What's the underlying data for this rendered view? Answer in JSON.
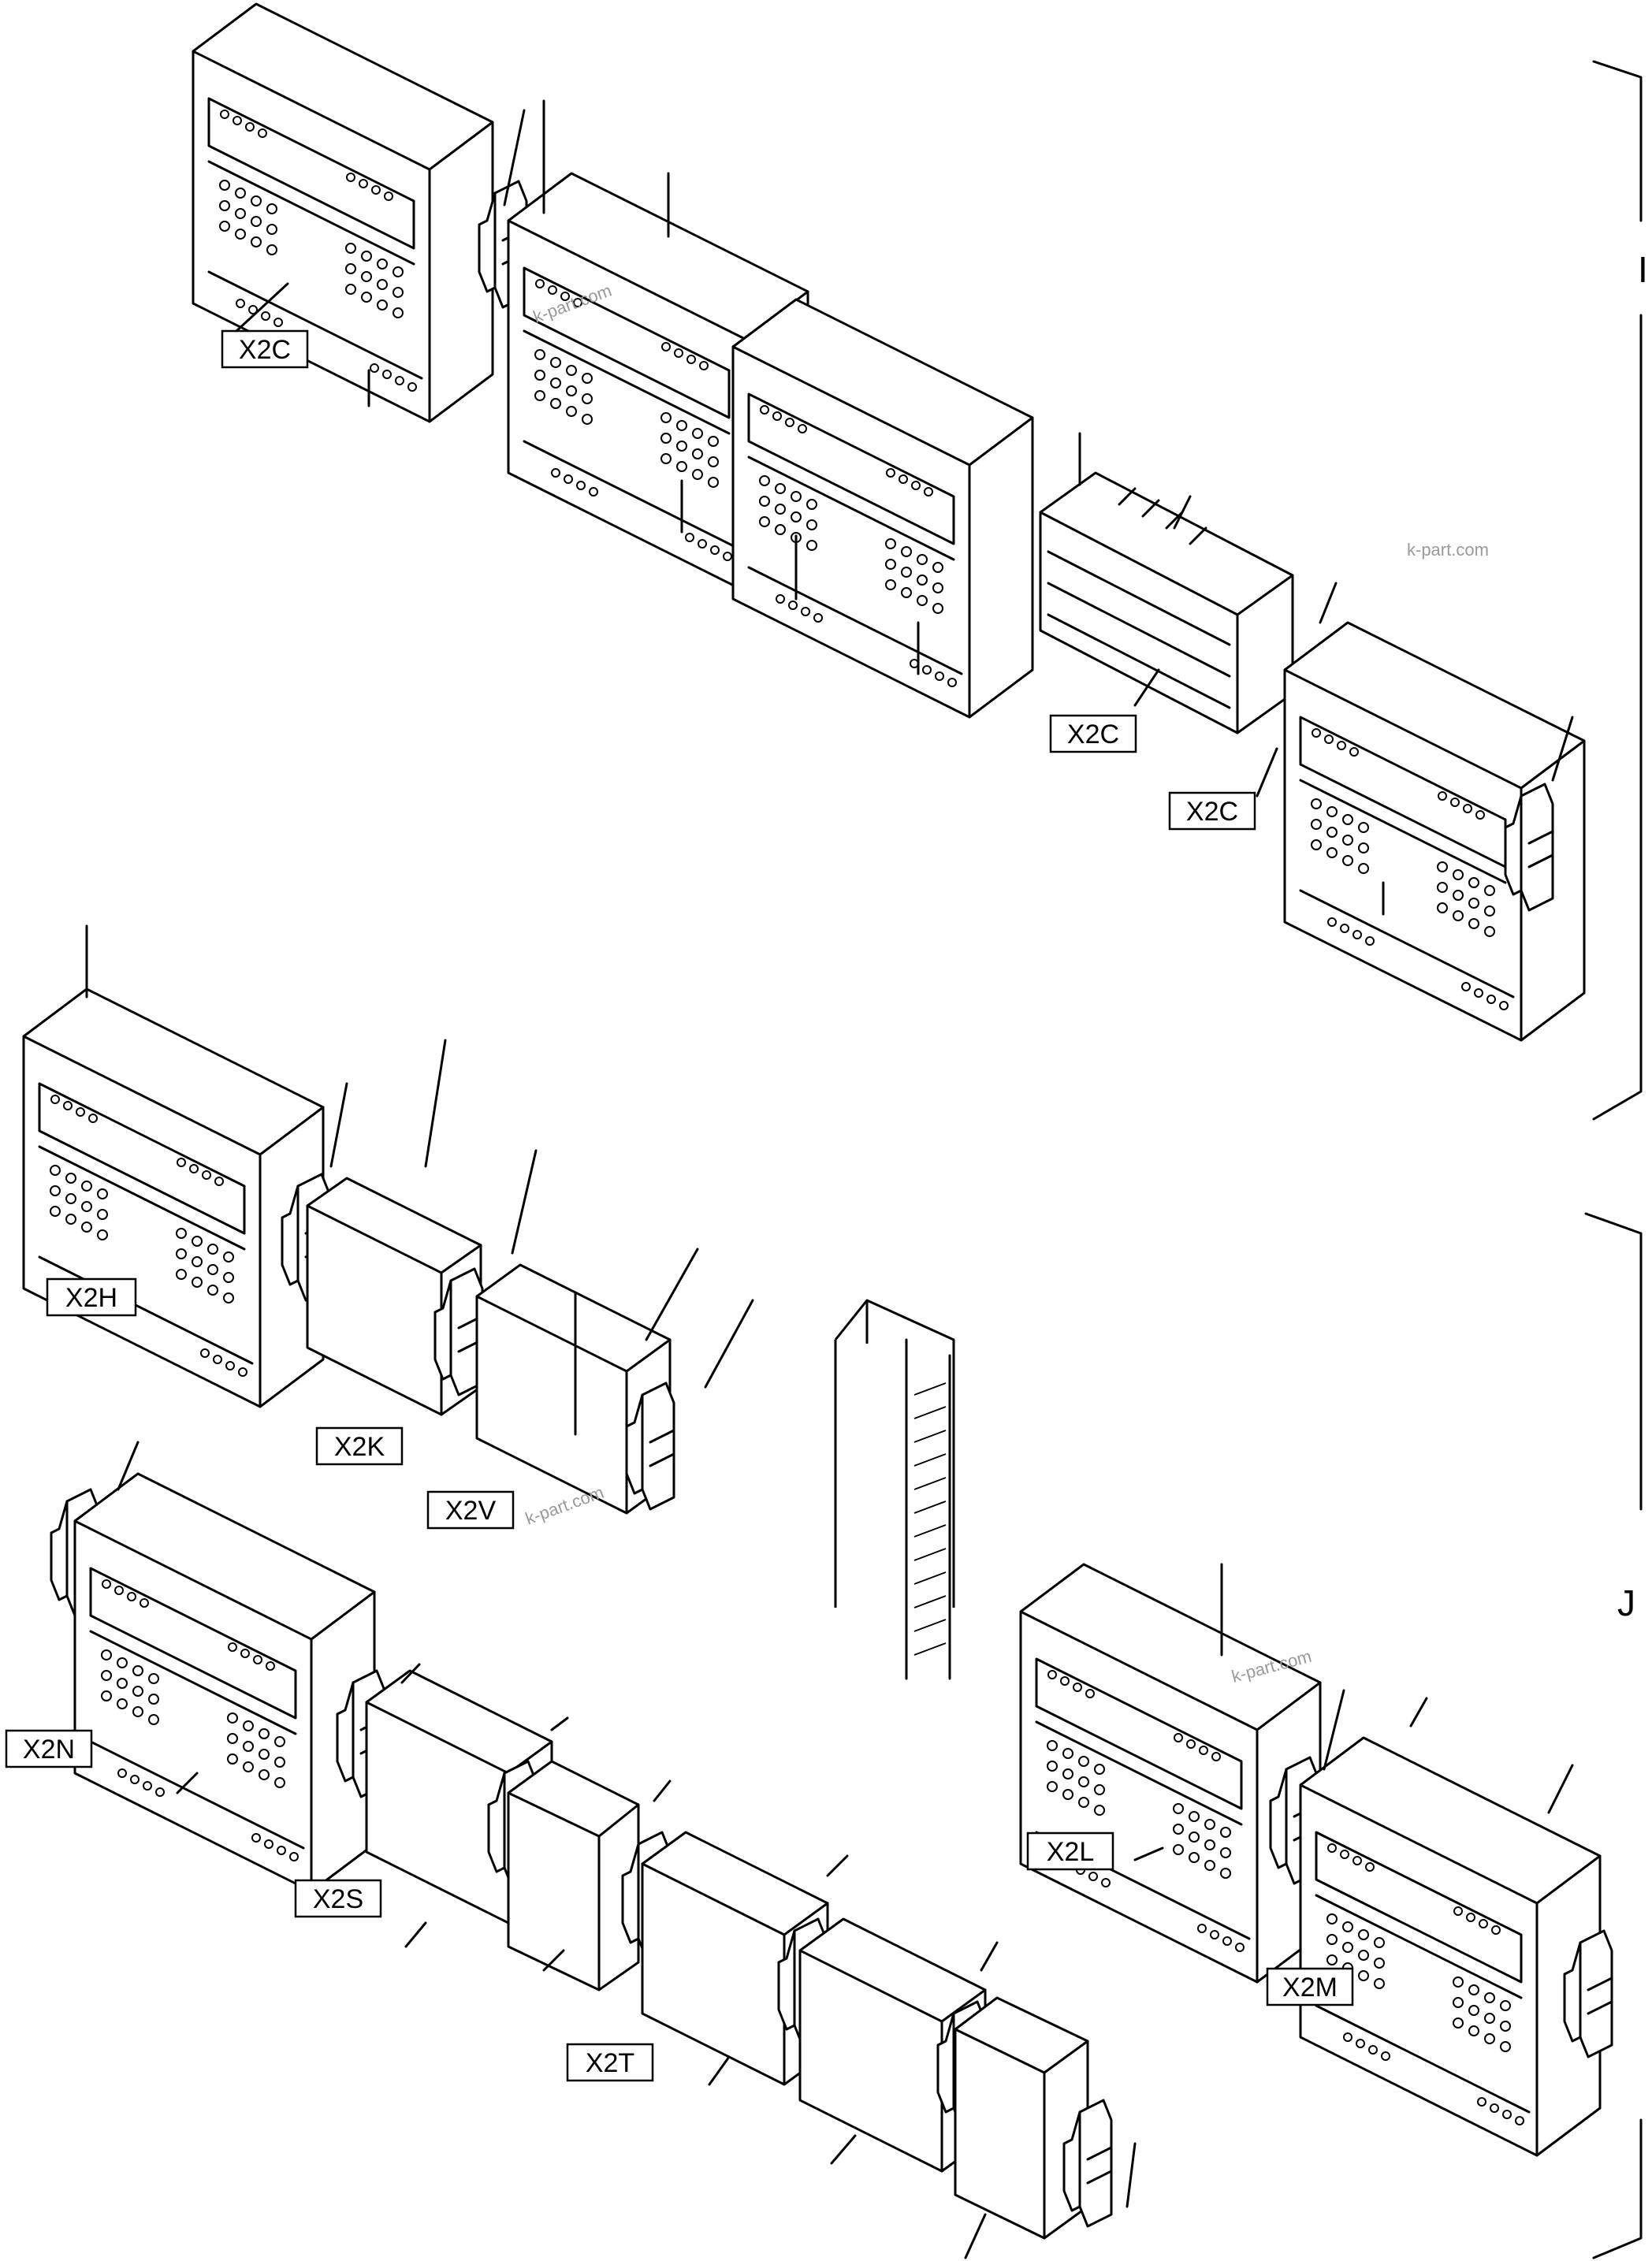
{
  "groups": [
    {
      "id": "I",
      "label": "I"
    },
    {
      "id": "J",
      "label": "J"
    }
  ],
  "connector_labels": [
    {
      "id": "x2c-1",
      "text": "X2C"
    },
    {
      "id": "x2c-2",
      "text": "X2C"
    },
    {
      "id": "x2c-3",
      "text": "X2C"
    },
    {
      "id": "x2h",
      "text": "X2H"
    },
    {
      "id": "x2k",
      "text": "X2K"
    },
    {
      "id": "x2v",
      "text": "X2V"
    },
    {
      "id": "x2n",
      "text": "X2N"
    },
    {
      "id": "x2s",
      "text": "X2S"
    },
    {
      "id": "x2t",
      "text": "X2T"
    },
    {
      "id": "x2l",
      "text": "X2L"
    },
    {
      "id": "x2m",
      "text": "X2M"
    }
  ],
  "watermarks": [
    {
      "id": "wm-1",
      "text": "k-part.com"
    },
    {
      "id": "wm-2",
      "text": "k-part.com"
    },
    {
      "id": "wm-3",
      "text": "k-part.com"
    },
    {
      "id": "wm-4",
      "text": "k-part.com"
    }
  ]
}
